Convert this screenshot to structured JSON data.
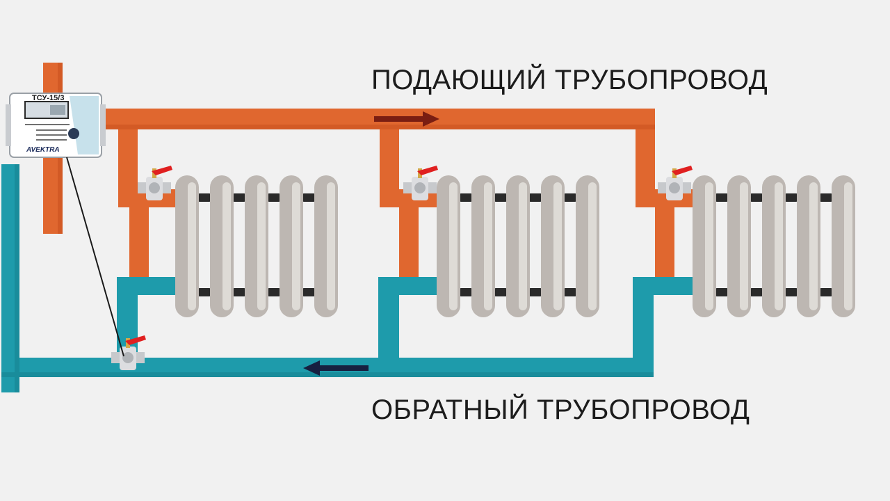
{
  "labels": {
    "supply": "ПОДАЮЩИЙ ТРУБОПРОВОД",
    "return": "ОБРАТНЫЙ ТРУБОПРОВОД"
  },
  "meter": {
    "model": "ТСУ-15/3",
    "brand": "AVEKTRA"
  },
  "colors": {
    "background": "#f1f1f1",
    "supply_pipe": "#e0672f",
    "return_pipe": "#1e9bab",
    "radiator": "#bdb7b2",
    "valve_handle": "#e02020",
    "arrow_supply": "#7a1e12",
    "arrow_return": "#172040"
  },
  "icons": [
    "heat-meter-icon",
    "ball-valve-icon",
    "radiator-icon",
    "flow-arrow-icon"
  ],
  "radiator_count": 3
}
